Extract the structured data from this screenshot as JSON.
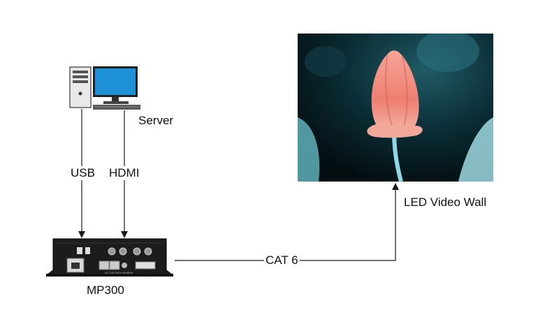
{
  "nodes": {
    "server": {
      "label": "Server"
    },
    "led_wall": {
      "label": "LED Video Wall"
    },
    "controller": {
      "label": "MP300"
    }
  },
  "connections": {
    "usb": {
      "label": "USB"
    },
    "hdmi": {
      "label": "HDMI"
    },
    "cat6": {
      "label": "CAT 6"
    }
  },
  "colors": {
    "line": "#1a1a1a",
    "monitor_screen": "#1e90d6",
    "controller_body": "#1c1c1c",
    "led_background": "#06151a",
    "flower": "#f08c80",
    "stem": "#8fd8e6"
  }
}
